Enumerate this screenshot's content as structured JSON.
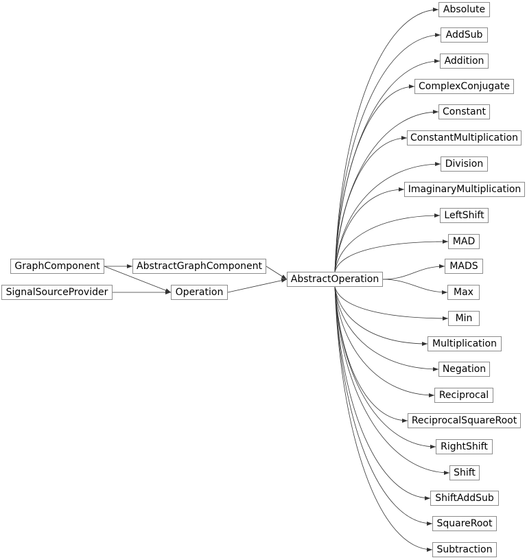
{
  "nodes": {
    "graph_component": "GraphComponent",
    "signal_source_provider": "SignalSourceProvider",
    "abstract_graph_component": "AbstractGraphComponent",
    "operation": "Operation",
    "abstract_operation": "AbstractOperation",
    "subclasses": [
      "Absolute",
      "AddSub",
      "Addition",
      "ComplexConjugate",
      "Constant",
      "ConstantMultiplication",
      "Division",
      "ImaginaryMultiplication",
      "LeftShift",
      "MAD",
      "MADS",
      "Max",
      "Min",
      "Multiplication",
      "Negation",
      "Reciprocal",
      "ReciprocalSquareRoot",
      "RightShift",
      "Shift",
      "ShiftAddSub",
      "SquareRoot",
      "Subtraction"
    ]
  },
  "colors": {
    "edge": "#333333",
    "node_border": "#8c8c8c"
  }
}
